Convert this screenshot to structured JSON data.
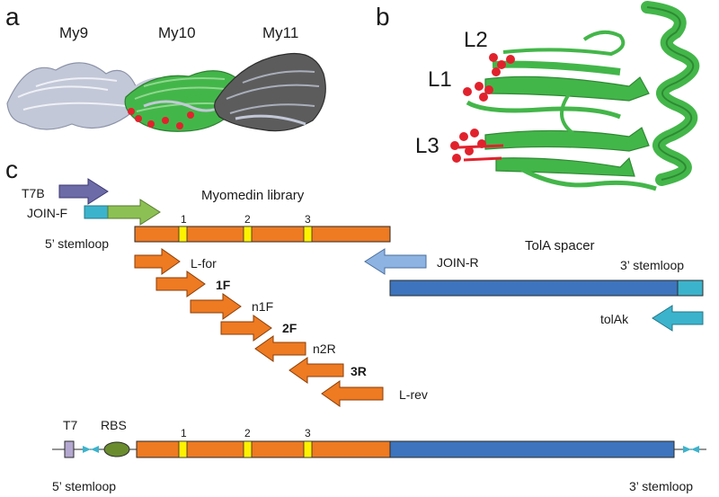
{
  "panels": {
    "a": {
      "letter": "a",
      "labels": [
        "My9",
        "My10",
        "My11"
      ]
    },
    "b": {
      "letter": "b",
      "loops": [
        "L2",
        "L1",
        "L3"
      ]
    },
    "c": {
      "letter": "c",
      "library_title": "Myomedin library",
      "spacer_title": "TolA spacer",
      "stemloop_5": "5’ stemloop",
      "stemloop_3": "3’ stemloop",
      "loop_numbers": [
        "1",
        "2",
        "3"
      ],
      "primers": {
        "t7b": "T7B",
        "join_f": "JOIN-F",
        "join_r": "JOIN-R",
        "tolak": "tolAk",
        "l_for": "L-for",
        "p1f": "1F",
        "n1f": "n1F",
        "p2f": "2F",
        "n2r": "n2R",
        "p3r": "3R",
        "l_rev": "L-rev"
      },
      "construct": {
        "t7": "T7",
        "rbs": "RBS",
        "stemloop_5": "5’ stemloop",
        "stemloop_3": "3’ stemloop",
        "loop_numbers": [
          "1",
          "2",
          "3"
        ]
      }
    }
  },
  "colors": {
    "orange": "#ee7a22",
    "blue": "#3d74bd",
    "light_blue": "#8db3e2",
    "teal": "#3cb3cc",
    "green_arrow": "#8dc054",
    "purple": "#6d6aa8",
    "yellow": "#fff200",
    "rbs_green": "#6a8c2f",
    "t7_box": "#b4a8d1",
    "protein_green": "#43b649",
    "protein_gray": "#c3c8d8",
    "protein_dark": "#5c5c5c",
    "loop_red": "#e1222d"
  }
}
